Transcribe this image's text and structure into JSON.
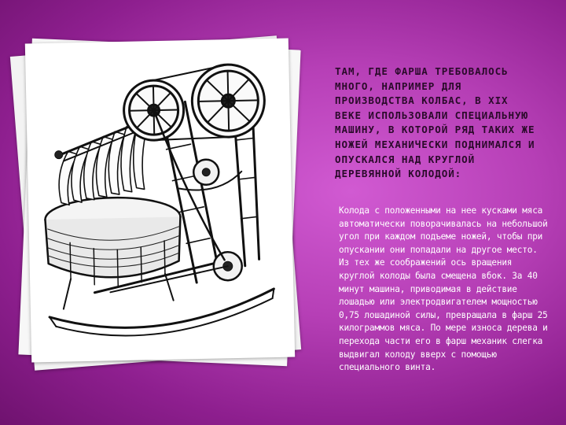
{
  "slide": {
    "heading": "ТАМ, ГДЕ ФАРША ТРЕБОВАЛОСЬ МНОГО, НАПРИМЕР ДЛЯ ПРОИЗВОДСТВА КОЛБАС, В XIX ВЕКЕ ИСПОЛЬЗОВАЛИ СПЕЦИАЛЬНУЮ МАШИНУ, В КОТОРОЙ РЯД ТАКИХ ЖЕ НОЖЕЙ МЕХАНИЧЕСКИ ПОДНИМАЛСЯ И ОПУСКАЛСЯ НАД КРУГЛОЙ ДЕРЕВЯННОЙ КОЛОДОЙ:",
    "body": "Колода с положенными на нее кусками мяса автоматически поворачивалась на небольшой угол при каждом подъеме ножей, чтобы при опускании они попадали на другое место. Из тех же соображений ось вращения круглой колоды была смещена вбок. За 40 минут машина, приводимая в действие лошадью или электродвигателем мощностью 0,75 лошадиной силы, превращала в фарш 25 килограммов мяса. По мере износа дерева и перехода части его в фарш механик слегка выдвигал колоду вверх с помощью специального винта."
  },
  "image": {
    "subject": "machine-engraving"
  },
  "colors": {
    "background": "#b63fb6",
    "heading": "#2b0a2b",
    "body": "#ffffff"
  }
}
